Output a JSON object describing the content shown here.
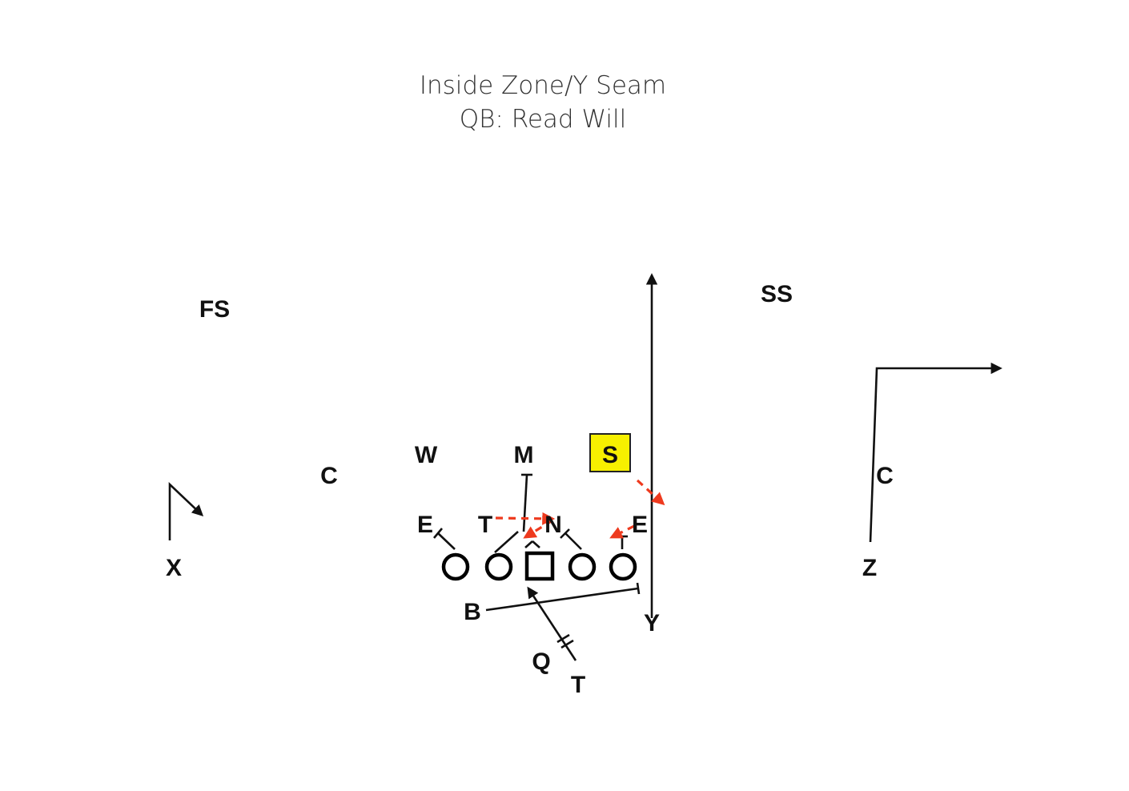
{
  "title": {
    "line1": "Inside Zone/Y Seam",
    "line2": "QB: Read Will"
  },
  "defense": {
    "fs": "FS",
    "ss": "SS",
    "corner_left": "C",
    "corner_right": "C",
    "will": "W",
    "mike": "M",
    "sam": "S",
    "end_left": "E",
    "tackle": "T",
    "nose": "N",
    "end_right": "E"
  },
  "offense": {
    "x": "X",
    "z": "Z",
    "y": "Y",
    "back": "B",
    "quarterback": "Q",
    "tailback": "T"
  },
  "colors": {
    "highlight": "#f7f000",
    "assignment": "#ee3a1e",
    "ink": "#111111"
  }
}
